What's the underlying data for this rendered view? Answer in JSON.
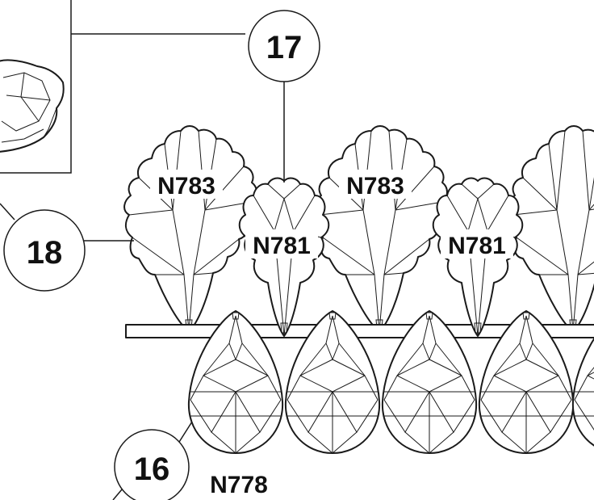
{
  "callouts": {
    "c17": "17",
    "c18": "18",
    "c16": "16"
  },
  "part_labels": {
    "large_leaf_1": "N783",
    "large_leaf_2": "N783",
    "small_leaf_1": "N781",
    "small_leaf_2": "N781",
    "pear_drop": "N778"
  },
  "colors": {
    "line": "#1a1a1a",
    "background": "#ffffff"
  }
}
